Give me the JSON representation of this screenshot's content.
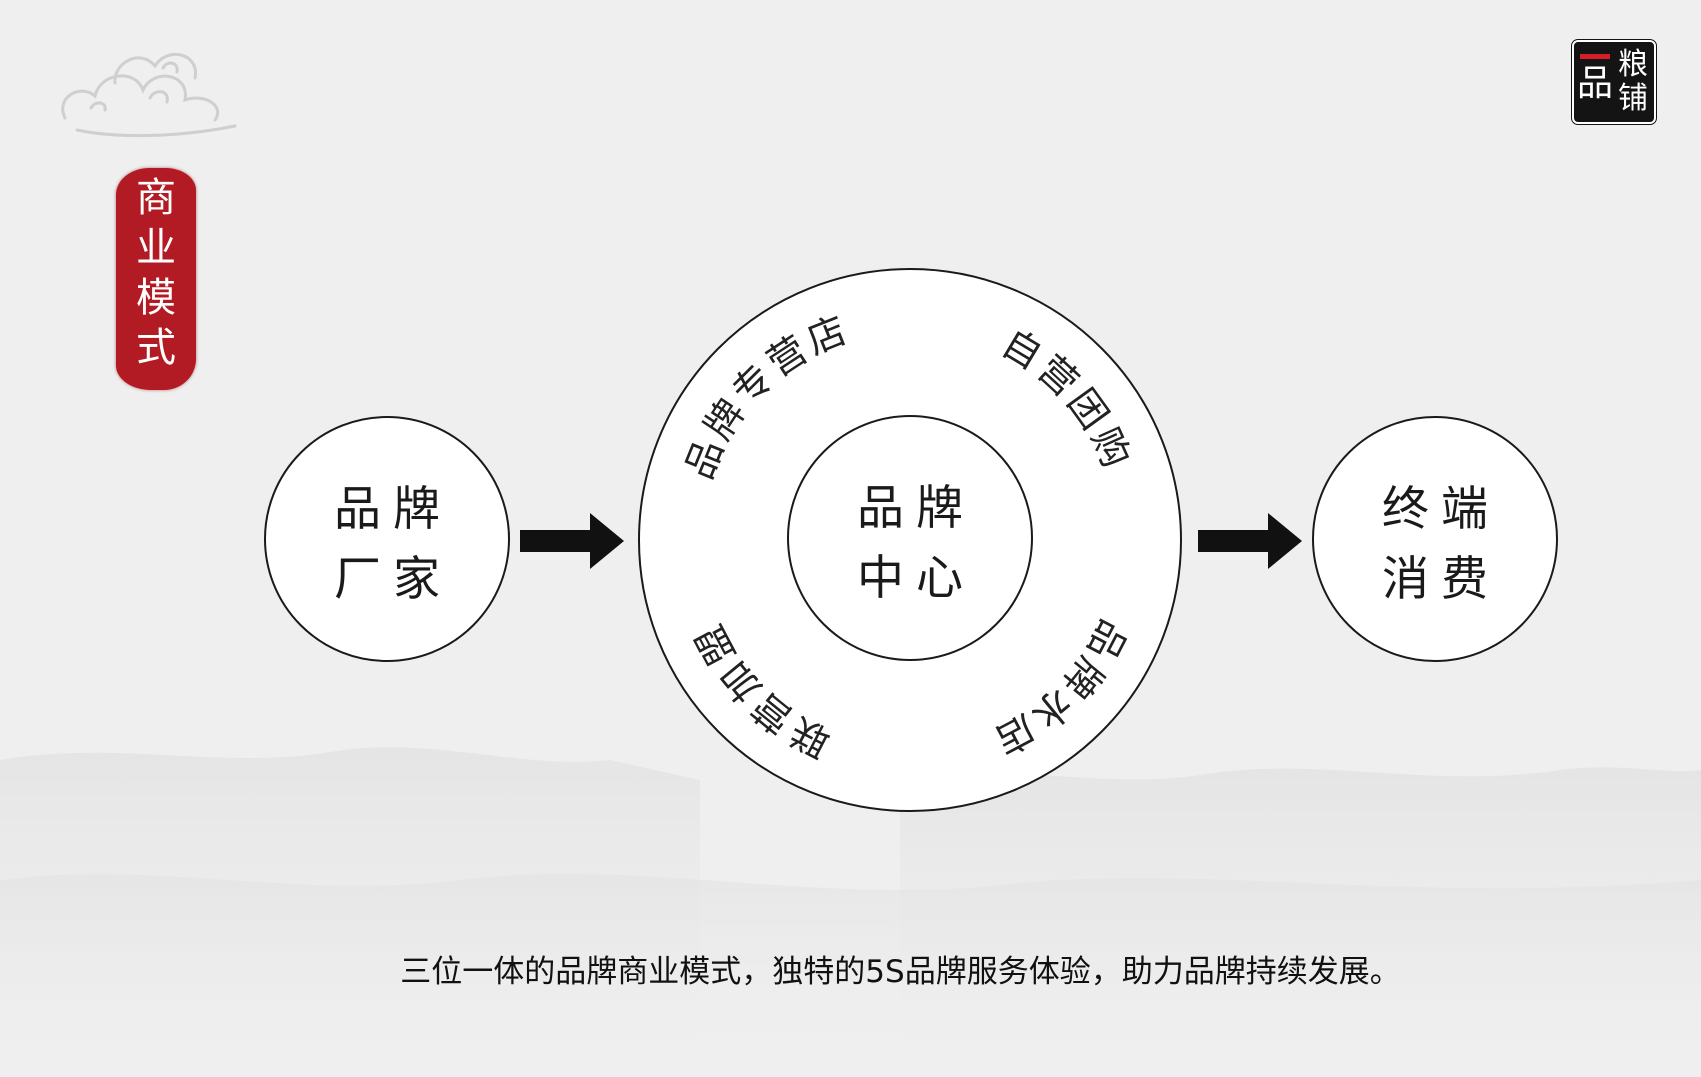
{
  "seal": {
    "chars": [
      "商",
      "业",
      "模",
      "式"
    ]
  },
  "logo": {
    "pin": "品",
    "chars": [
      "粮",
      "铺"
    ]
  },
  "left_node": {
    "line1": "品牌",
    "line2": "厂家"
  },
  "center_node": {
    "line1": "品牌",
    "line2": "中心"
  },
  "right_node": {
    "line1": "终端",
    "line2": "消费"
  },
  "ring_labels": {
    "top_left": "品牌专营店",
    "top_right": "自营团购",
    "bottom_right": "品牌水店",
    "bottom_left": "联营加盟"
  },
  "caption": "三位一体的品牌商业模式，独特的5S品牌服务体验，助力品牌持续发展。",
  "colors": {
    "seal": "#b31b24",
    "logo_accent": "#d51f28",
    "ink": "#1a1a1a"
  },
  "icons": {
    "corner_decoration": "cloud-icon",
    "flow_arrow": "arrow-right-icon"
  }
}
